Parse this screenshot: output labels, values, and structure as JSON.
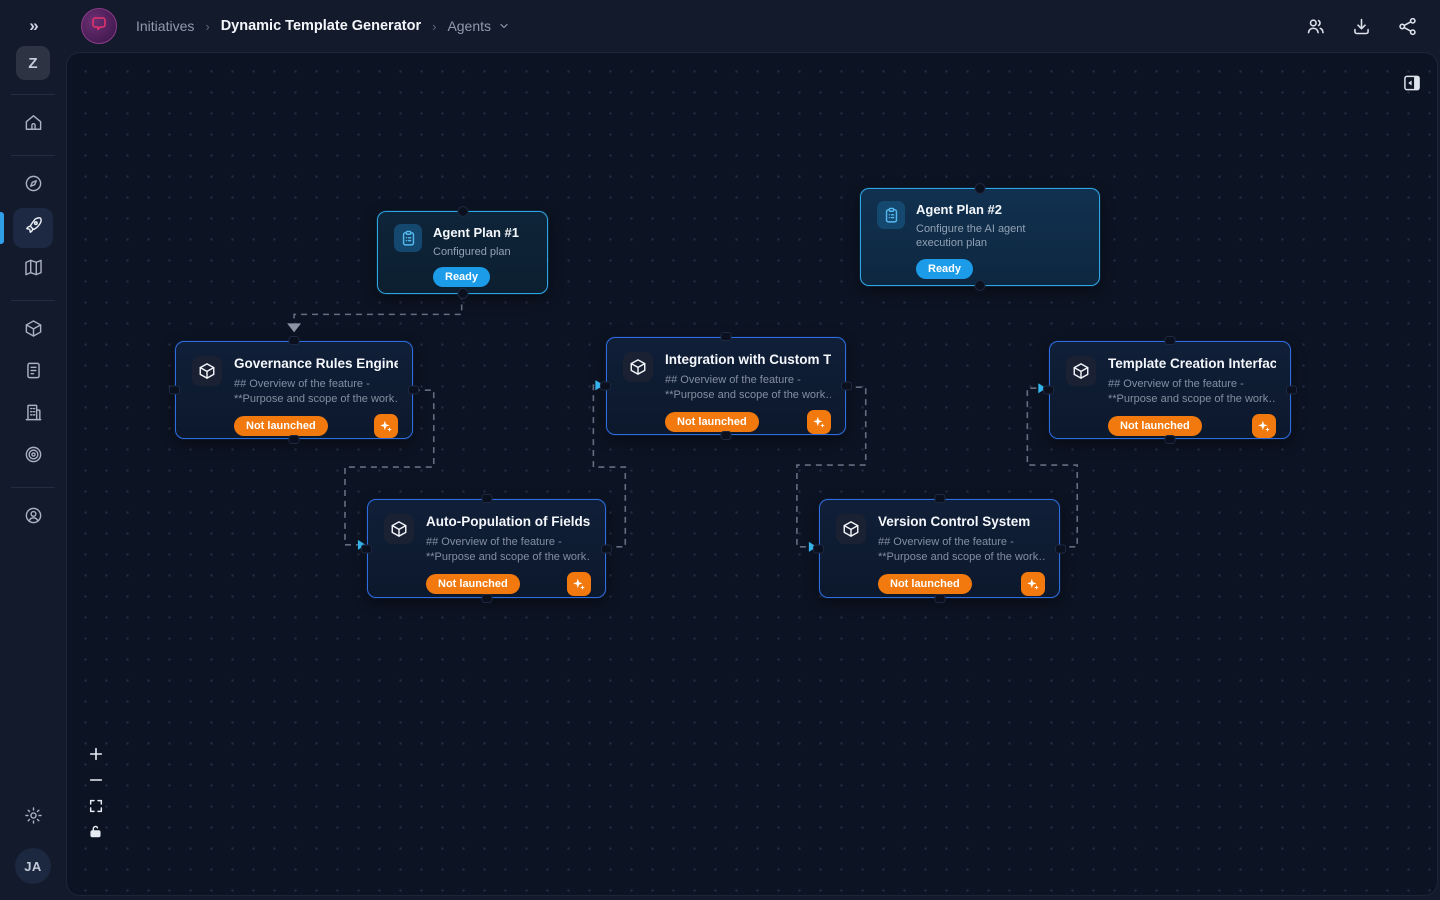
{
  "topbar": {
    "collapse_label": "»",
    "breadcrumbs": [
      {
        "label": "Initiatives"
      },
      {
        "label": "Dynamic Template Generator"
      },
      {
        "label": "Agents"
      }
    ]
  },
  "sidebar": {
    "workspace_initial": "Z",
    "items": [
      {
        "name": "home"
      },
      {
        "name": "compass"
      },
      {
        "name": "rocket",
        "active": true
      },
      {
        "name": "map"
      },
      {
        "name": "cube"
      },
      {
        "name": "document"
      },
      {
        "name": "building"
      },
      {
        "name": "target"
      },
      {
        "name": "profile"
      }
    ],
    "avatar_initials": "JA"
  },
  "canvas": {
    "agent_nodes": [
      {
        "title": "Agent Plan #1",
        "description": "Configured plan",
        "status": "Ready"
      },
      {
        "title": "Agent Plan #2",
        "description": "Configure the AI agent execution plan",
        "status": "Ready"
      }
    ],
    "feature_nodes": [
      {
        "title": "Governance Rules Engine",
        "desc_line1": "## Overview of the feature -",
        "desc_line2": "**Purpose and scope of the work…",
        "status": "Not launched"
      },
      {
        "title": "Integration with Custom Te…",
        "desc_line1": "## Overview of the feature -",
        "desc_line2": "**Purpose and scope of the work…",
        "status": "Not launched"
      },
      {
        "title": "Template Creation Interface",
        "desc_line1": "## Overview of the feature -",
        "desc_line2": "**Purpose and scope of the work…",
        "status": "Not launched"
      },
      {
        "title": "Auto-Population of Fields",
        "desc_line1": "## Overview of the feature -",
        "desc_line2": "**Purpose and scope of the work…",
        "status": "Not launched"
      },
      {
        "title": "Version Control System",
        "desc_line1": "## Overview of the feature -",
        "desc_line2": "**Purpose and scope of the work…",
        "status": "Not launched"
      }
    ],
    "colors": {
      "agent_border": "#2da7e4",
      "feature_border": "#2e6de0",
      "ready_badge": "#1b9be8",
      "not_launched_badge": "#f2790e",
      "edge": "#6f788c",
      "edge_arrow": "#38bdf8"
    }
  }
}
